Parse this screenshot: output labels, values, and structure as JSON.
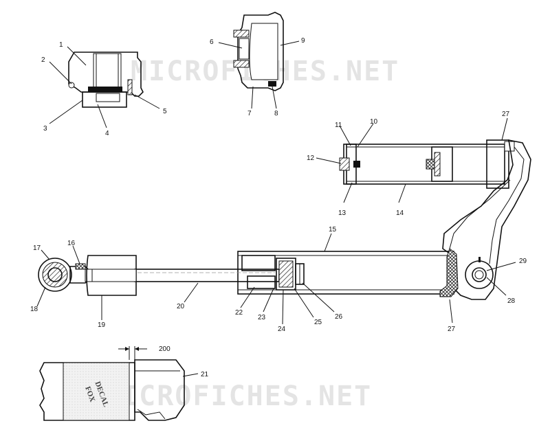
{
  "watermarks": [
    "MICROFICHES.NET",
    "MICROFICHES.NET"
  ],
  "decal": [
    "FOX",
    "DECAL"
  ],
  "dimension_label": "200",
  "callouts": {
    "c1": "1",
    "c2": "2",
    "c3": "3",
    "c4": "4",
    "c5": "5",
    "c6": "6",
    "c7": "7",
    "c8": "8",
    "c9": "9",
    "c10": "10",
    "c11": "11",
    "c12": "12",
    "c13": "13",
    "c14": "14",
    "c15": "15",
    "c16": "16",
    "c17": "17",
    "c18": "18",
    "c19": "19",
    "c20": "20",
    "c21": "21",
    "c22": "22",
    "c23": "23",
    "c24": "24",
    "c25": "25",
    "c26": "26",
    "c27a": "27",
    "c27b": "27",
    "c28": "28",
    "c29": "29"
  }
}
